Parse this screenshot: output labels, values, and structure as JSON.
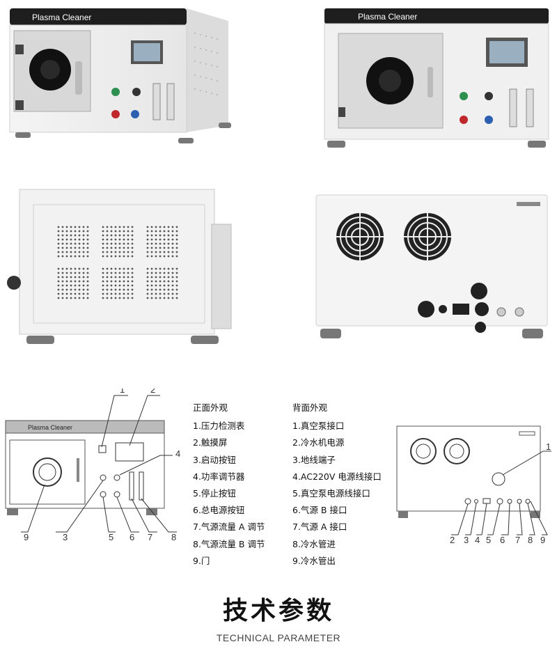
{
  "brand": "Plasma Cleaner",
  "front_heading": "正面外观",
  "front_items": [
    "1.压力检测表",
    "2.触摸屏",
    "3.启动按钮",
    "4.功率调节器",
    "5.停止按钮",
    "6.总电源按钮",
    "7.气源流量 A 调节",
    "8.气源流量 B 调节",
    "9.门"
  ],
  "back_heading": "背面外观",
  "back_items": [
    "1.真空泵接口",
    "2.冷水机电源",
    "3.地线端子",
    "4.AC220V 电源线接口",
    "5.真空泵电源线接口",
    "6.气源 B 接口",
    "7.气源 A 接口",
    "8.冷水管进",
    "9.冷水管出"
  ],
  "title_cn": "技术参数",
  "title_en": "TECHNICAL PARAMETER",
  "callouts_front": [
    "1",
    "2",
    "3",
    "4",
    "5",
    "6",
    "7",
    "8",
    "9"
  ],
  "callouts_back": [
    "1",
    "2",
    "3",
    "4",
    "5",
    "6",
    "7",
    "8",
    "9"
  ]
}
